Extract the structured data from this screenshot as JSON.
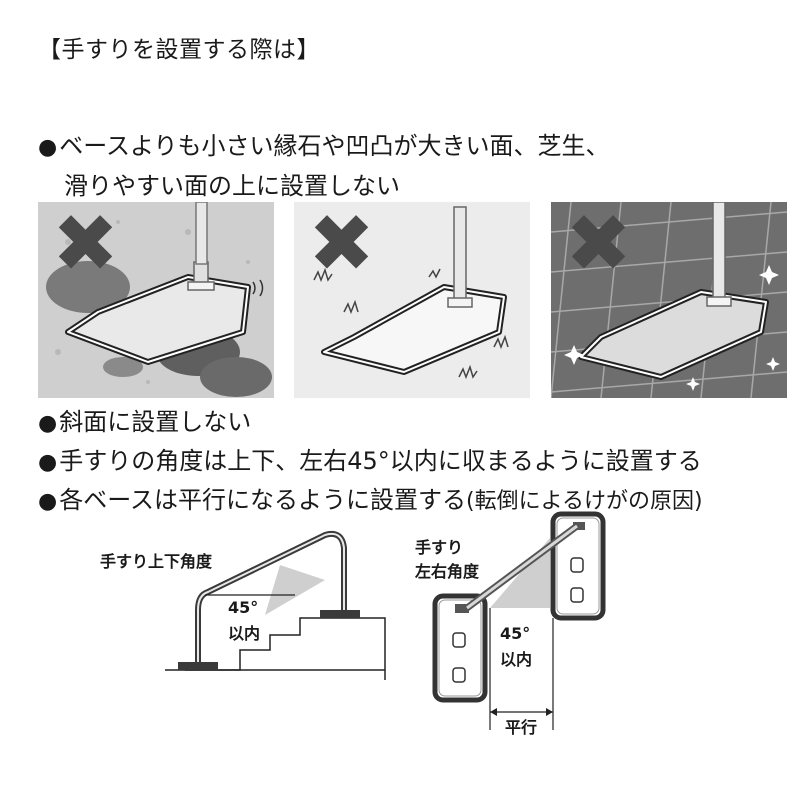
{
  "heading": "【手すりを設置する際は】",
  "bullets": {
    "b1_line1": "ベースよりも小さい縁石や凹凸が大きい面、芝生、",
    "b1_line2": "滑りやすい面の上に設置しない",
    "b2": "斜面に設置しない",
    "b3": "手すりの角度は上下、左右45°以内に収まるように設置する",
    "b4_main": "各ベースは平行になるように設置する",
    "b4_paren": "(転倒によるけがの原因)"
  },
  "bullet_glyph": "●",
  "prohibit_glyph": "✖",
  "diagram_left": {
    "title": "手すり上下角度",
    "angle_line1": "45°",
    "angle_line2": "以内"
  },
  "diagram_right": {
    "title_line1": "手すり",
    "title_line2": "左右角度",
    "angle_line1": "45°",
    "angle_line2": "以内",
    "parallel": "平行"
  },
  "colors": {
    "text": "#1a1a1a",
    "prohibit_x": "#4a4a4a",
    "panel1_bg": "#c8c8c8",
    "panel2_bg": "#ececec",
    "panel3_bg": "#6e6e6e"
  },
  "panels": [
    {
      "name": "curb-panel",
      "icon": "prohibited-x-icon"
    },
    {
      "name": "grass-panel",
      "icon": "prohibited-x-icon"
    },
    {
      "name": "tile-panel",
      "icon": "prohibited-x-icon"
    }
  ]
}
